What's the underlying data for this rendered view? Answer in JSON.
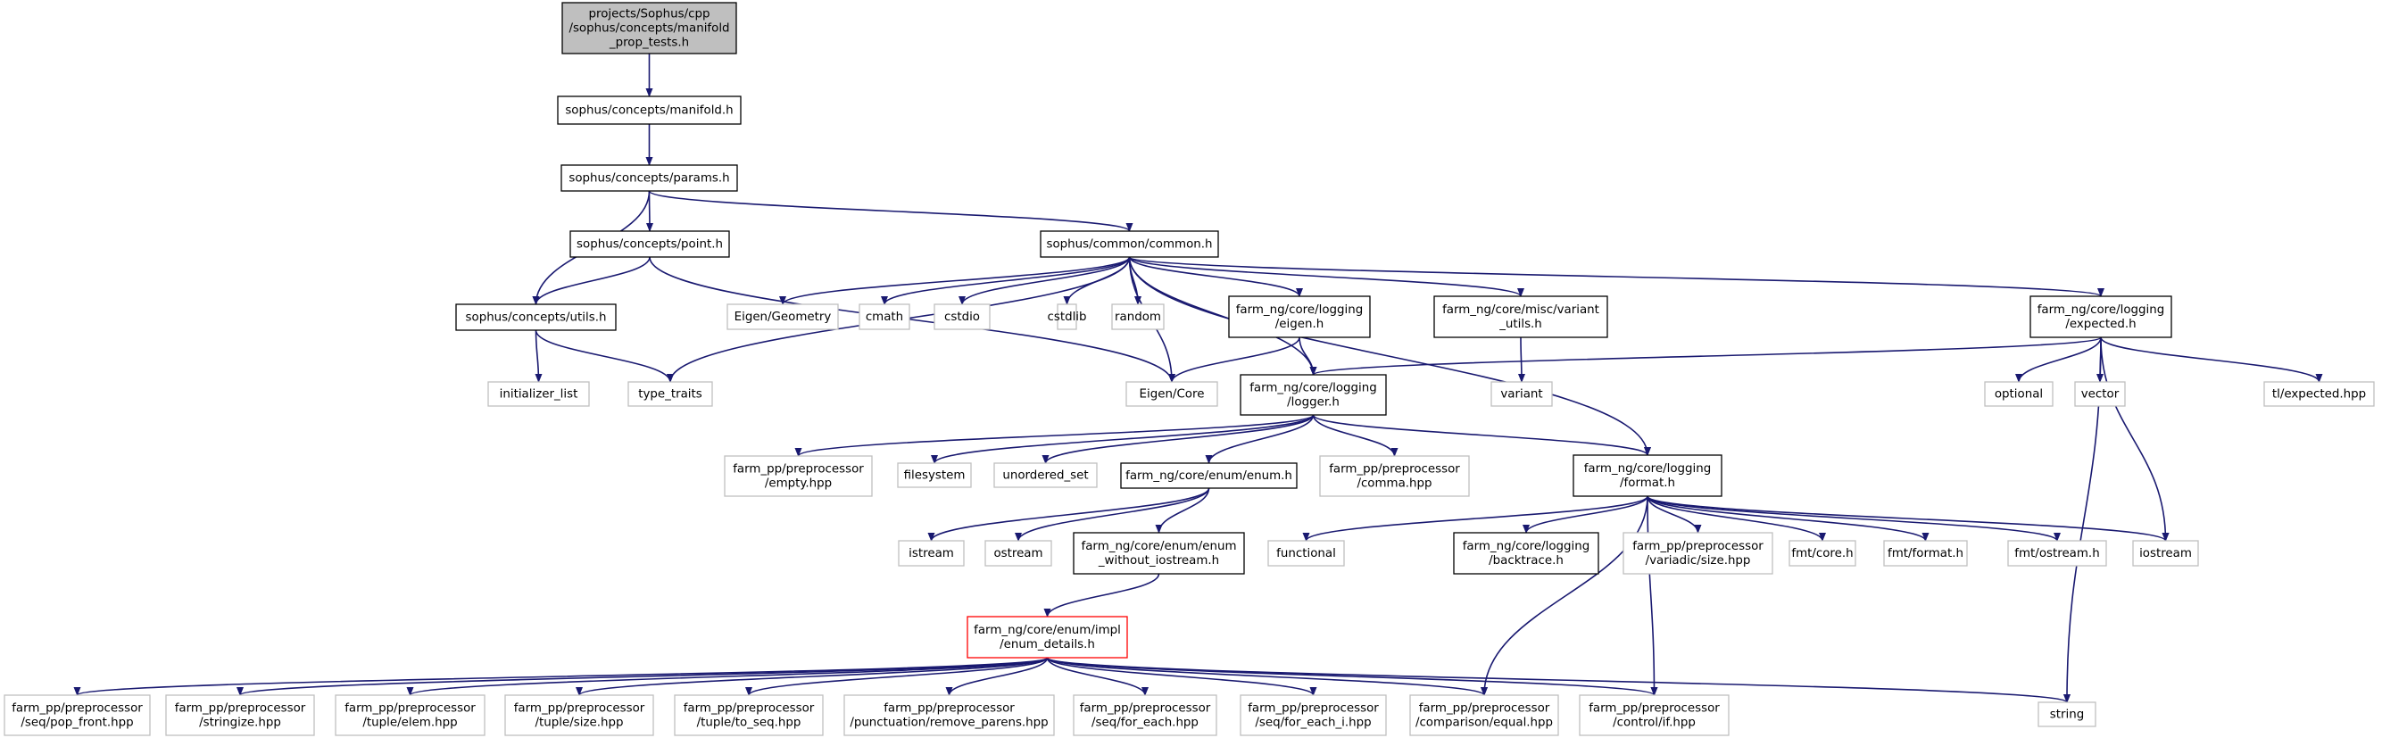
{
  "graph": {
    "title": "",
    "colors": {
      "edge": "#191970",
      "root_fill": "#bfbfbf",
      "root_border": "#000000",
      "internal_border": "#000000",
      "external_border": "#bfbfbf",
      "highlight_border": "#ff0000",
      "node_fill": "#ffffff"
    },
    "nodes": [
      {
        "id": "n_root",
        "lines": [
          "projects/Sophus/cpp",
          "/sophus/concepts/manifold",
          "_prop_tests.h"
        ],
        "kind": "root"
      },
      {
        "id": "n_manifold",
        "lines": [
          "sophus/concepts/manifold.h"
        ],
        "kind": "internal"
      },
      {
        "id": "n_params",
        "lines": [
          "sophus/concepts/params.h"
        ],
        "kind": "internal"
      },
      {
        "id": "n_point",
        "lines": [
          "sophus/concepts/point.h"
        ],
        "kind": "internal"
      },
      {
        "id": "n_common",
        "lines": [
          "sophus/common/common.h"
        ],
        "kind": "internal"
      },
      {
        "id": "n_utils",
        "lines": [
          "sophus/concepts/utils.h"
        ],
        "kind": "internal"
      },
      {
        "id": "n_eigen_geometry",
        "lines": [
          "Eigen/Geometry"
        ],
        "kind": "external"
      },
      {
        "id": "n_cmath",
        "lines": [
          "cmath"
        ],
        "kind": "external"
      },
      {
        "id": "n_cstdio",
        "lines": [
          "cstdio"
        ],
        "kind": "external"
      },
      {
        "id": "n_cstdlib",
        "lines": [
          "cstdlib"
        ],
        "kind": "external"
      },
      {
        "id": "n_random",
        "lines": [
          "random"
        ],
        "kind": "external"
      },
      {
        "id": "n_log_eigen",
        "lines": [
          "farm_ng/core/logging",
          "/eigen.h"
        ],
        "kind": "internal"
      },
      {
        "id": "n_variant_utils",
        "lines": [
          "farm_ng/core/misc/variant",
          "_utils.h"
        ],
        "kind": "internal"
      },
      {
        "id": "n_expected",
        "lines": [
          "farm_ng/core/logging",
          "/expected.h"
        ],
        "kind": "internal"
      },
      {
        "id": "n_init_list",
        "lines": [
          "initializer_list"
        ],
        "kind": "external"
      },
      {
        "id": "n_type_traits",
        "lines": [
          "type_traits"
        ],
        "kind": "external"
      },
      {
        "id": "n_eigen_core",
        "lines": [
          "Eigen/Core"
        ],
        "kind": "external"
      },
      {
        "id": "n_logger",
        "lines": [
          "farm_ng/core/logging",
          "/logger.h"
        ],
        "kind": "internal"
      },
      {
        "id": "n_variant",
        "lines": [
          "variant"
        ],
        "kind": "external"
      },
      {
        "id": "n_optional",
        "lines": [
          "optional"
        ],
        "kind": "external"
      },
      {
        "id": "n_vector",
        "lines": [
          "vector"
        ],
        "kind": "external"
      },
      {
        "id": "n_tl_expected",
        "lines": [
          "tl/expected.hpp"
        ],
        "kind": "external"
      },
      {
        "id": "n_empty",
        "lines": [
          "farm_pp/preprocessor",
          "/empty.hpp"
        ],
        "kind": "external"
      },
      {
        "id": "n_filesystem",
        "lines": [
          "filesystem"
        ],
        "kind": "external"
      },
      {
        "id": "n_unordered_set",
        "lines": [
          "unordered_set"
        ],
        "kind": "external"
      },
      {
        "id": "n_enum",
        "lines": [
          "farm_ng/core/enum/enum.h"
        ],
        "kind": "internal"
      },
      {
        "id": "n_comma",
        "lines": [
          "farm_pp/preprocessor",
          "/comma.hpp"
        ],
        "kind": "external"
      },
      {
        "id": "n_format",
        "lines": [
          "farm_ng/core/logging",
          "/format.h"
        ],
        "kind": "internal"
      },
      {
        "id": "n_istream",
        "lines": [
          "istream"
        ],
        "kind": "external"
      },
      {
        "id": "n_ostream",
        "lines": [
          "ostream"
        ],
        "kind": "external"
      },
      {
        "id": "n_enum_wo",
        "lines": [
          "farm_ng/core/enum/enum",
          "_without_iostream.h"
        ],
        "kind": "internal"
      },
      {
        "id": "n_functional",
        "lines": [
          "functional"
        ],
        "kind": "external"
      },
      {
        "id": "n_backtrace",
        "lines": [
          "farm_ng/core/logging",
          "/backtrace.h"
        ],
        "kind": "internal"
      },
      {
        "id": "n_variadic_size",
        "lines": [
          "farm_pp/preprocessor",
          "/variadic/size.hpp"
        ],
        "kind": "external"
      },
      {
        "id": "n_fmt_core",
        "lines": [
          "fmt/core.h"
        ],
        "kind": "external"
      },
      {
        "id": "n_fmt_format",
        "lines": [
          "fmt/format.h"
        ],
        "kind": "external"
      },
      {
        "id": "n_fmt_ostream",
        "lines": [
          "fmt/ostream.h"
        ],
        "kind": "external"
      },
      {
        "id": "n_iostream",
        "lines": [
          "iostream"
        ],
        "kind": "external"
      },
      {
        "id": "n_enum_details",
        "lines": [
          "farm_ng/core/enum/impl",
          "/enum_details.h"
        ],
        "kind": "highlight"
      },
      {
        "id": "n_pop_front",
        "lines": [
          "farm_pp/preprocessor",
          "/seq/pop_front.hpp"
        ],
        "kind": "external"
      },
      {
        "id": "n_stringize",
        "lines": [
          "farm_pp/preprocessor",
          "/stringize.hpp"
        ],
        "kind": "external"
      },
      {
        "id": "n_tuple_elem",
        "lines": [
          "farm_pp/preprocessor",
          "/tuple/elem.hpp"
        ],
        "kind": "external"
      },
      {
        "id": "n_tuple_size",
        "lines": [
          "farm_pp/preprocessor",
          "/tuple/size.hpp"
        ],
        "kind": "external"
      },
      {
        "id": "n_tuple_to_seq",
        "lines": [
          "farm_pp/preprocessor",
          "/tuple/to_seq.hpp"
        ],
        "kind": "external"
      },
      {
        "id": "n_remove_parens",
        "lines": [
          "farm_pp/preprocessor",
          "/punctuation/remove_parens.hpp"
        ],
        "kind": "external"
      },
      {
        "id": "n_for_each",
        "lines": [
          "farm_pp/preprocessor",
          "/seq/for_each.hpp"
        ],
        "kind": "external"
      },
      {
        "id": "n_for_each_i",
        "lines": [
          "farm_pp/preprocessor",
          "/seq/for_each_i.hpp"
        ],
        "kind": "external"
      },
      {
        "id": "n_cmp_equal",
        "lines": [
          "farm_pp/preprocessor",
          "/comparison/equal.hpp"
        ],
        "kind": "external"
      },
      {
        "id": "n_control_if",
        "lines": [
          "farm_pp/preprocessor",
          "/control/if.hpp"
        ],
        "kind": "external"
      },
      {
        "id": "n_string",
        "lines": [
          "string"
        ],
        "kind": "external"
      }
    ],
    "edges": [
      [
        "n_root",
        "n_manifold"
      ],
      [
        "n_manifold",
        "n_params"
      ],
      [
        "n_params",
        "n_point"
      ],
      [
        "n_params",
        "n_utils"
      ],
      [
        "n_params",
        "n_common"
      ],
      [
        "n_point",
        "n_utils"
      ],
      [
        "n_point",
        "n_eigen_core"
      ],
      [
        "n_utils",
        "n_init_list"
      ],
      [
        "n_utils",
        "n_type_traits"
      ],
      [
        "n_common",
        "n_type_traits"
      ],
      [
        "n_common",
        "n_eigen_geometry"
      ],
      [
        "n_common",
        "n_cmath"
      ],
      [
        "n_common",
        "n_cstdio"
      ],
      [
        "n_common",
        "n_cstdlib"
      ],
      [
        "n_common",
        "n_random"
      ],
      [
        "n_common",
        "n_eigen_core"
      ],
      [
        "n_common",
        "n_log_eigen"
      ],
      [
        "n_common",
        "n_logger"
      ],
      [
        "n_common",
        "n_variant_utils"
      ],
      [
        "n_common",
        "n_format"
      ],
      [
        "n_common",
        "n_expected"
      ],
      [
        "n_log_eigen",
        "n_eigen_core"
      ],
      [
        "n_log_eigen",
        "n_logger"
      ],
      [
        "n_variant_utils",
        "n_variant"
      ],
      [
        "n_expected",
        "n_logger"
      ],
      [
        "n_expected",
        "n_optional"
      ],
      [
        "n_expected",
        "n_vector"
      ],
      [
        "n_expected",
        "n_tl_expected"
      ],
      [
        "n_expected",
        "n_iostream"
      ],
      [
        "n_expected",
        "n_string"
      ],
      [
        "n_logger",
        "n_empty"
      ],
      [
        "n_logger",
        "n_filesystem"
      ],
      [
        "n_logger",
        "n_unordered_set"
      ],
      [
        "n_logger",
        "n_enum"
      ],
      [
        "n_logger",
        "n_comma"
      ],
      [
        "n_logger",
        "n_format"
      ],
      [
        "n_enum",
        "n_istream"
      ],
      [
        "n_enum",
        "n_ostream"
      ],
      [
        "n_enum",
        "n_enum_wo"
      ],
      [
        "n_enum_wo",
        "n_enum_details"
      ],
      [
        "n_format",
        "n_functional"
      ],
      [
        "n_format",
        "n_backtrace"
      ],
      [
        "n_format",
        "n_variadic_size"
      ],
      [
        "n_format",
        "n_fmt_core"
      ],
      [
        "n_format",
        "n_fmt_format"
      ],
      [
        "n_format",
        "n_fmt_ostream"
      ],
      [
        "n_format",
        "n_iostream"
      ],
      [
        "n_format",
        "n_cmp_equal"
      ],
      [
        "n_format",
        "n_control_if"
      ],
      [
        "n_enum_details",
        "n_pop_front"
      ],
      [
        "n_enum_details",
        "n_stringize"
      ],
      [
        "n_enum_details",
        "n_tuple_elem"
      ],
      [
        "n_enum_details",
        "n_tuple_size"
      ],
      [
        "n_enum_details",
        "n_tuple_to_seq"
      ],
      [
        "n_enum_details",
        "n_remove_parens"
      ],
      [
        "n_enum_details",
        "n_for_each"
      ],
      [
        "n_enum_details",
        "n_for_each_i"
      ],
      [
        "n_enum_details",
        "n_cmp_equal"
      ],
      [
        "n_enum_details",
        "n_control_if"
      ],
      [
        "n_enum_details",
        "n_string"
      ]
    ]
  }
}
